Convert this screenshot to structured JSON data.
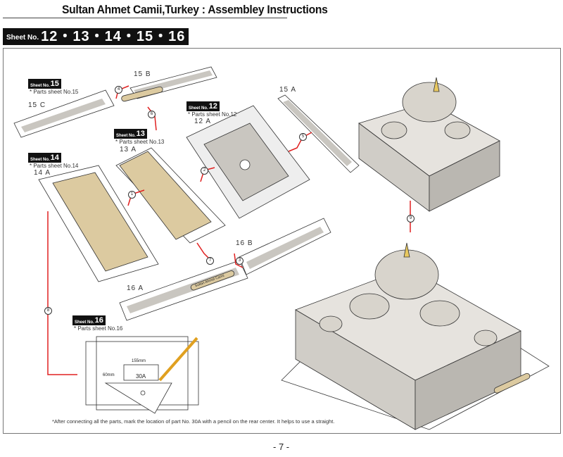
{
  "header": {
    "title": "Sultan Ahmet Camii,Turkey : Assembley Instructions"
  },
  "sheet_banner": {
    "prefix": "Sheet No.",
    "numbers": "12・13・14・15・16"
  },
  "sheets": [
    {
      "prefix": "Sheet No.",
      "number": "15",
      "note": "* Parts sheet No.15"
    },
    {
      "prefix": "Sheet No.",
      "number": "12",
      "note": "* Parts sheet No.12"
    },
    {
      "prefix": "Sheet No.",
      "number": "13",
      "note": "* Parts sheet No.13"
    },
    {
      "prefix": "Sheet No.",
      "number": "14",
      "note": "* Parts sheet No.14"
    },
    {
      "prefix": "Sheet No.",
      "number": "16",
      "note": "* Parts sheet No.16"
    }
  ],
  "parts": {
    "p15b": "15 B",
    "p15a": "15 A",
    "p15c": "15 C",
    "p12a": "12 A",
    "p13a": "13 A",
    "p14a": "14 A",
    "p16b": "16 B",
    "p16a": "16 A"
  },
  "steps": [
    "1",
    "2",
    "3",
    "4",
    "5",
    "6",
    "7",
    "8",
    "9"
  ],
  "diagram": {
    "width_dim": "155mm",
    "height_dim": "60mm",
    "part": "30A"
  },
  "nameplate": "Sultan Ahmet Camii",
  "footnote": "*After connecting all the parts, mark the location of part No. 30A with a pencil on the rear center.  It helps to use a straight.",
  "page_number": "- 7 -",
  "colors": {
    "arrow": "#e02020",
    "tan": "#dccaa0",
    "grey": "#c9c6c0",
    "dome": "#d8d4cc"
  }
}
